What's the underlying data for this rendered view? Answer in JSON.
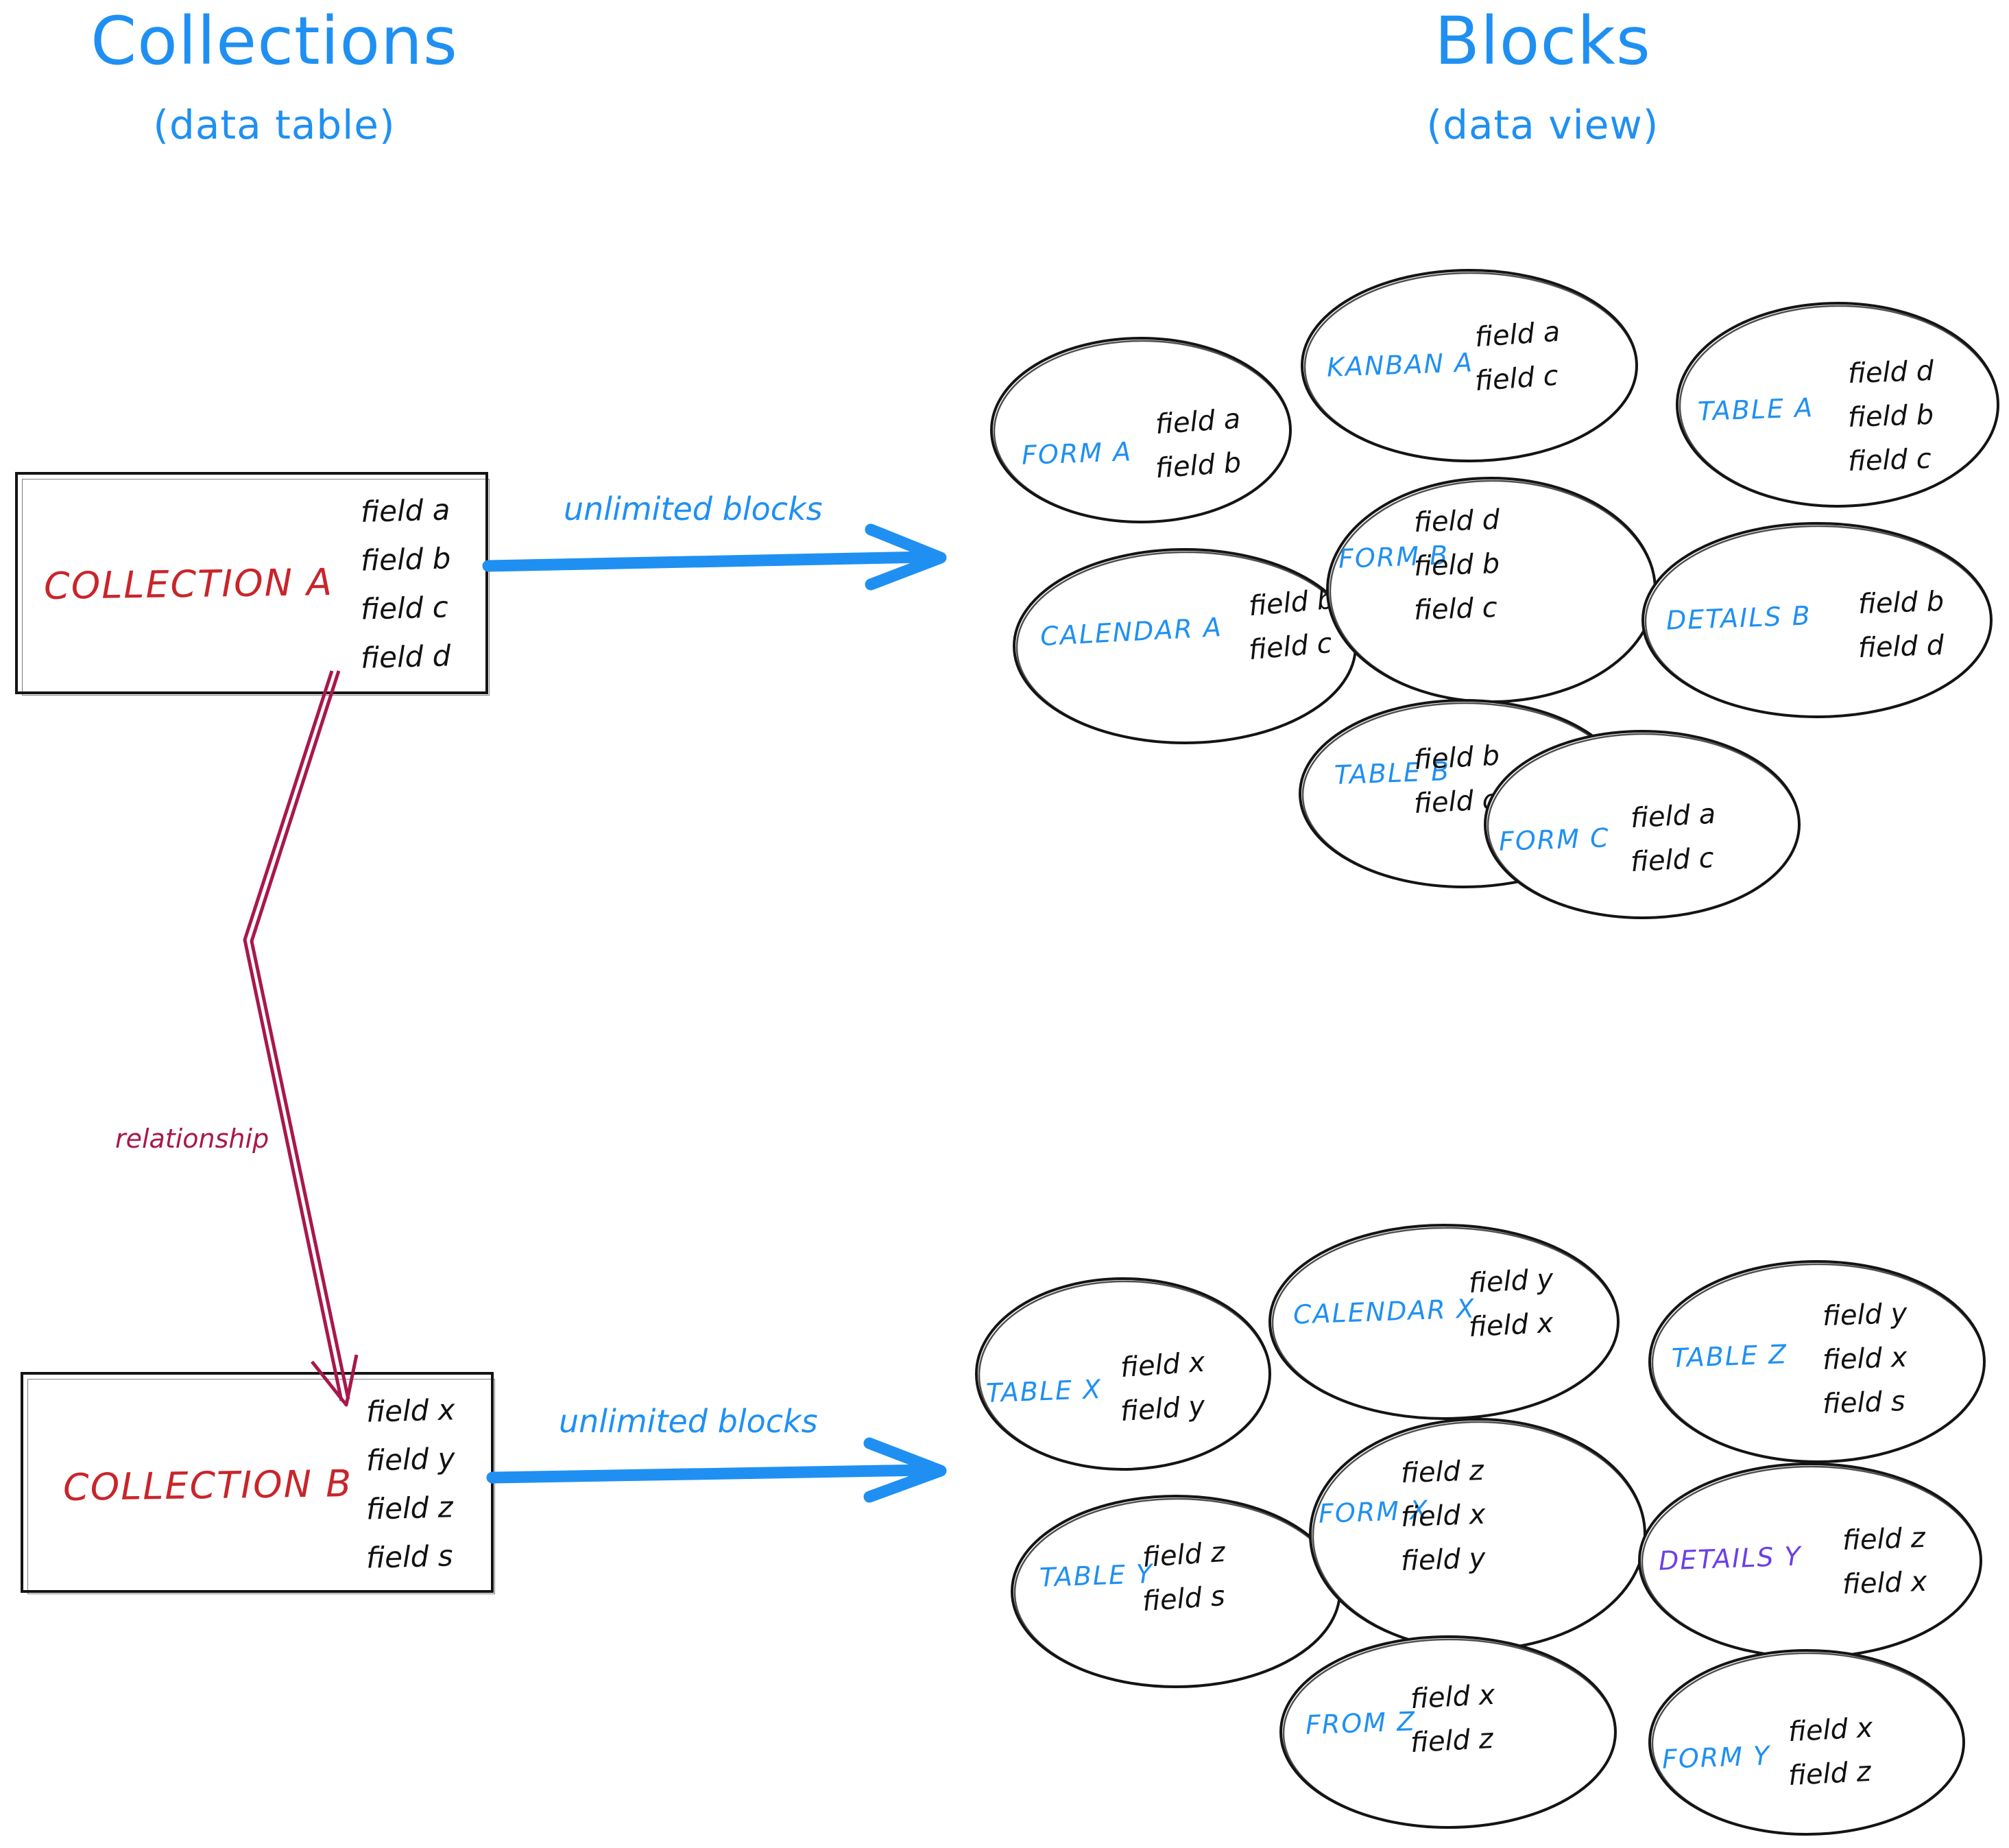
{
  "colors": {
    "accent_blue": "#1f90f2",
    "collection_red": "#c8252b",
    "relationship_crimson": "#a8184b",
    "details_y_purple": "#6b3fe8",
    "stroke_black": "#141414",
    "background": "#ffffff"
  },
  "headings": {
    "left": {
      "main": "Collections",
      "sub": "(data table)"
    },
    "right": {
      "main": "Blocks",
      "sub": "(data view)"
    }
  },
  "collections": [
    {
      "name": "COLLECTION A",
      "fields": [
        "field a",
        "field b",
        "field c",
        "field d"
      ]
    },
    {
      "name": "COLLECTION B",
      "fields": [
        "field x",
        "field y",
        "field z",
        "field s"
      ]
    }
  ],
  "connectors": {
    "unlimited_blocks_top": "unlimited blocks",
    "unlimited_blocks_bottom": "unlimited blocks",
    "relationship": "relationship"
  },
  "block_groups": [
    {
      "source": "COLLECTION A",
      "blocks": [
        {
          "label": "FORM A",
          "color": "#1f90f2",
          "fields": [
            "field a",
            "field b"
          ]
        },
        {
          "label": "KANBAN A",
          "color": "#1f90f2",
          "fields": [
            "field a",
            "field c"
          ]
        },
        {
          "label": "TABLE A",
          "color": "#1f90f2",
          "fields": [
            "field d",
            "field b",
            "field c"
          ]
        },
        {
          "label": "CALENDAR A",
          "color": "#1f90f2",
          "fields": [
            "field b",
            "field c"
          ]
        },
        {
          "label": "FORM B",
          "color": "#1f90f2",
          "fields": [
            "field d",
            "field b",
            "field c"
          ]
        },
        {
          "label": "DETAILS B",
          "color": "#1f90f2",
          "fields": [
            "field b",
            "field d"
          ]
        },
        {
          "label": "TABLE B",
          "color": "#1f90f2",
          "fields": [
            "field b",
            "field c"
          ]
        },
        {
          "label": "FORM C",
          "color": "#1f90f2",
          "fields": [
            "field a",
            "field c"
          ]
        }
      ]
    },
    {
      "source": "COLLECTION B",
      "blocks": [
        {
          "label": "TABLE X",
          "color": "#1f90f2",
          "fields": [
            "field x",
            "field y"
          ]
        },
        {
          "label": "CALENDAR X",
          "color": "#1f90f2",
          "fields": [
            "field y",
            "field x"
          ]
        },
        {
          "label": "TABLE Z",
          "color": "#1f90f2",
          "fields": [
            "field y",
            "field x",
            "field s"
          ]
        },
        {
          "label": "TABLE Y",
          "color": "#1f90f2",
          "fields": [
            "field z",
            "field s"
          ]
        },
        {
          "label": "FORM X",
          "color": "#1f90f2",
          "fields": [
            "field z",
            "field x",
            "field y"
          ]
        },
        {
          "label": "DETAILS Y",
          "color": "#6b3fe8",
          "fields": [
            "field z",
            "field x"
          ]
        },
        {
          "label": "FROM Z",
          "color": "#1f90f2",
          "fields": [
            "field x",
            "field z"
          ]
        },
        {
          "label": "FORM Y",
          "color": "#1f90f2",
          "fields": [
            "field x",
            "field z"
          ]
        }
      ]
    }
  ]
}
